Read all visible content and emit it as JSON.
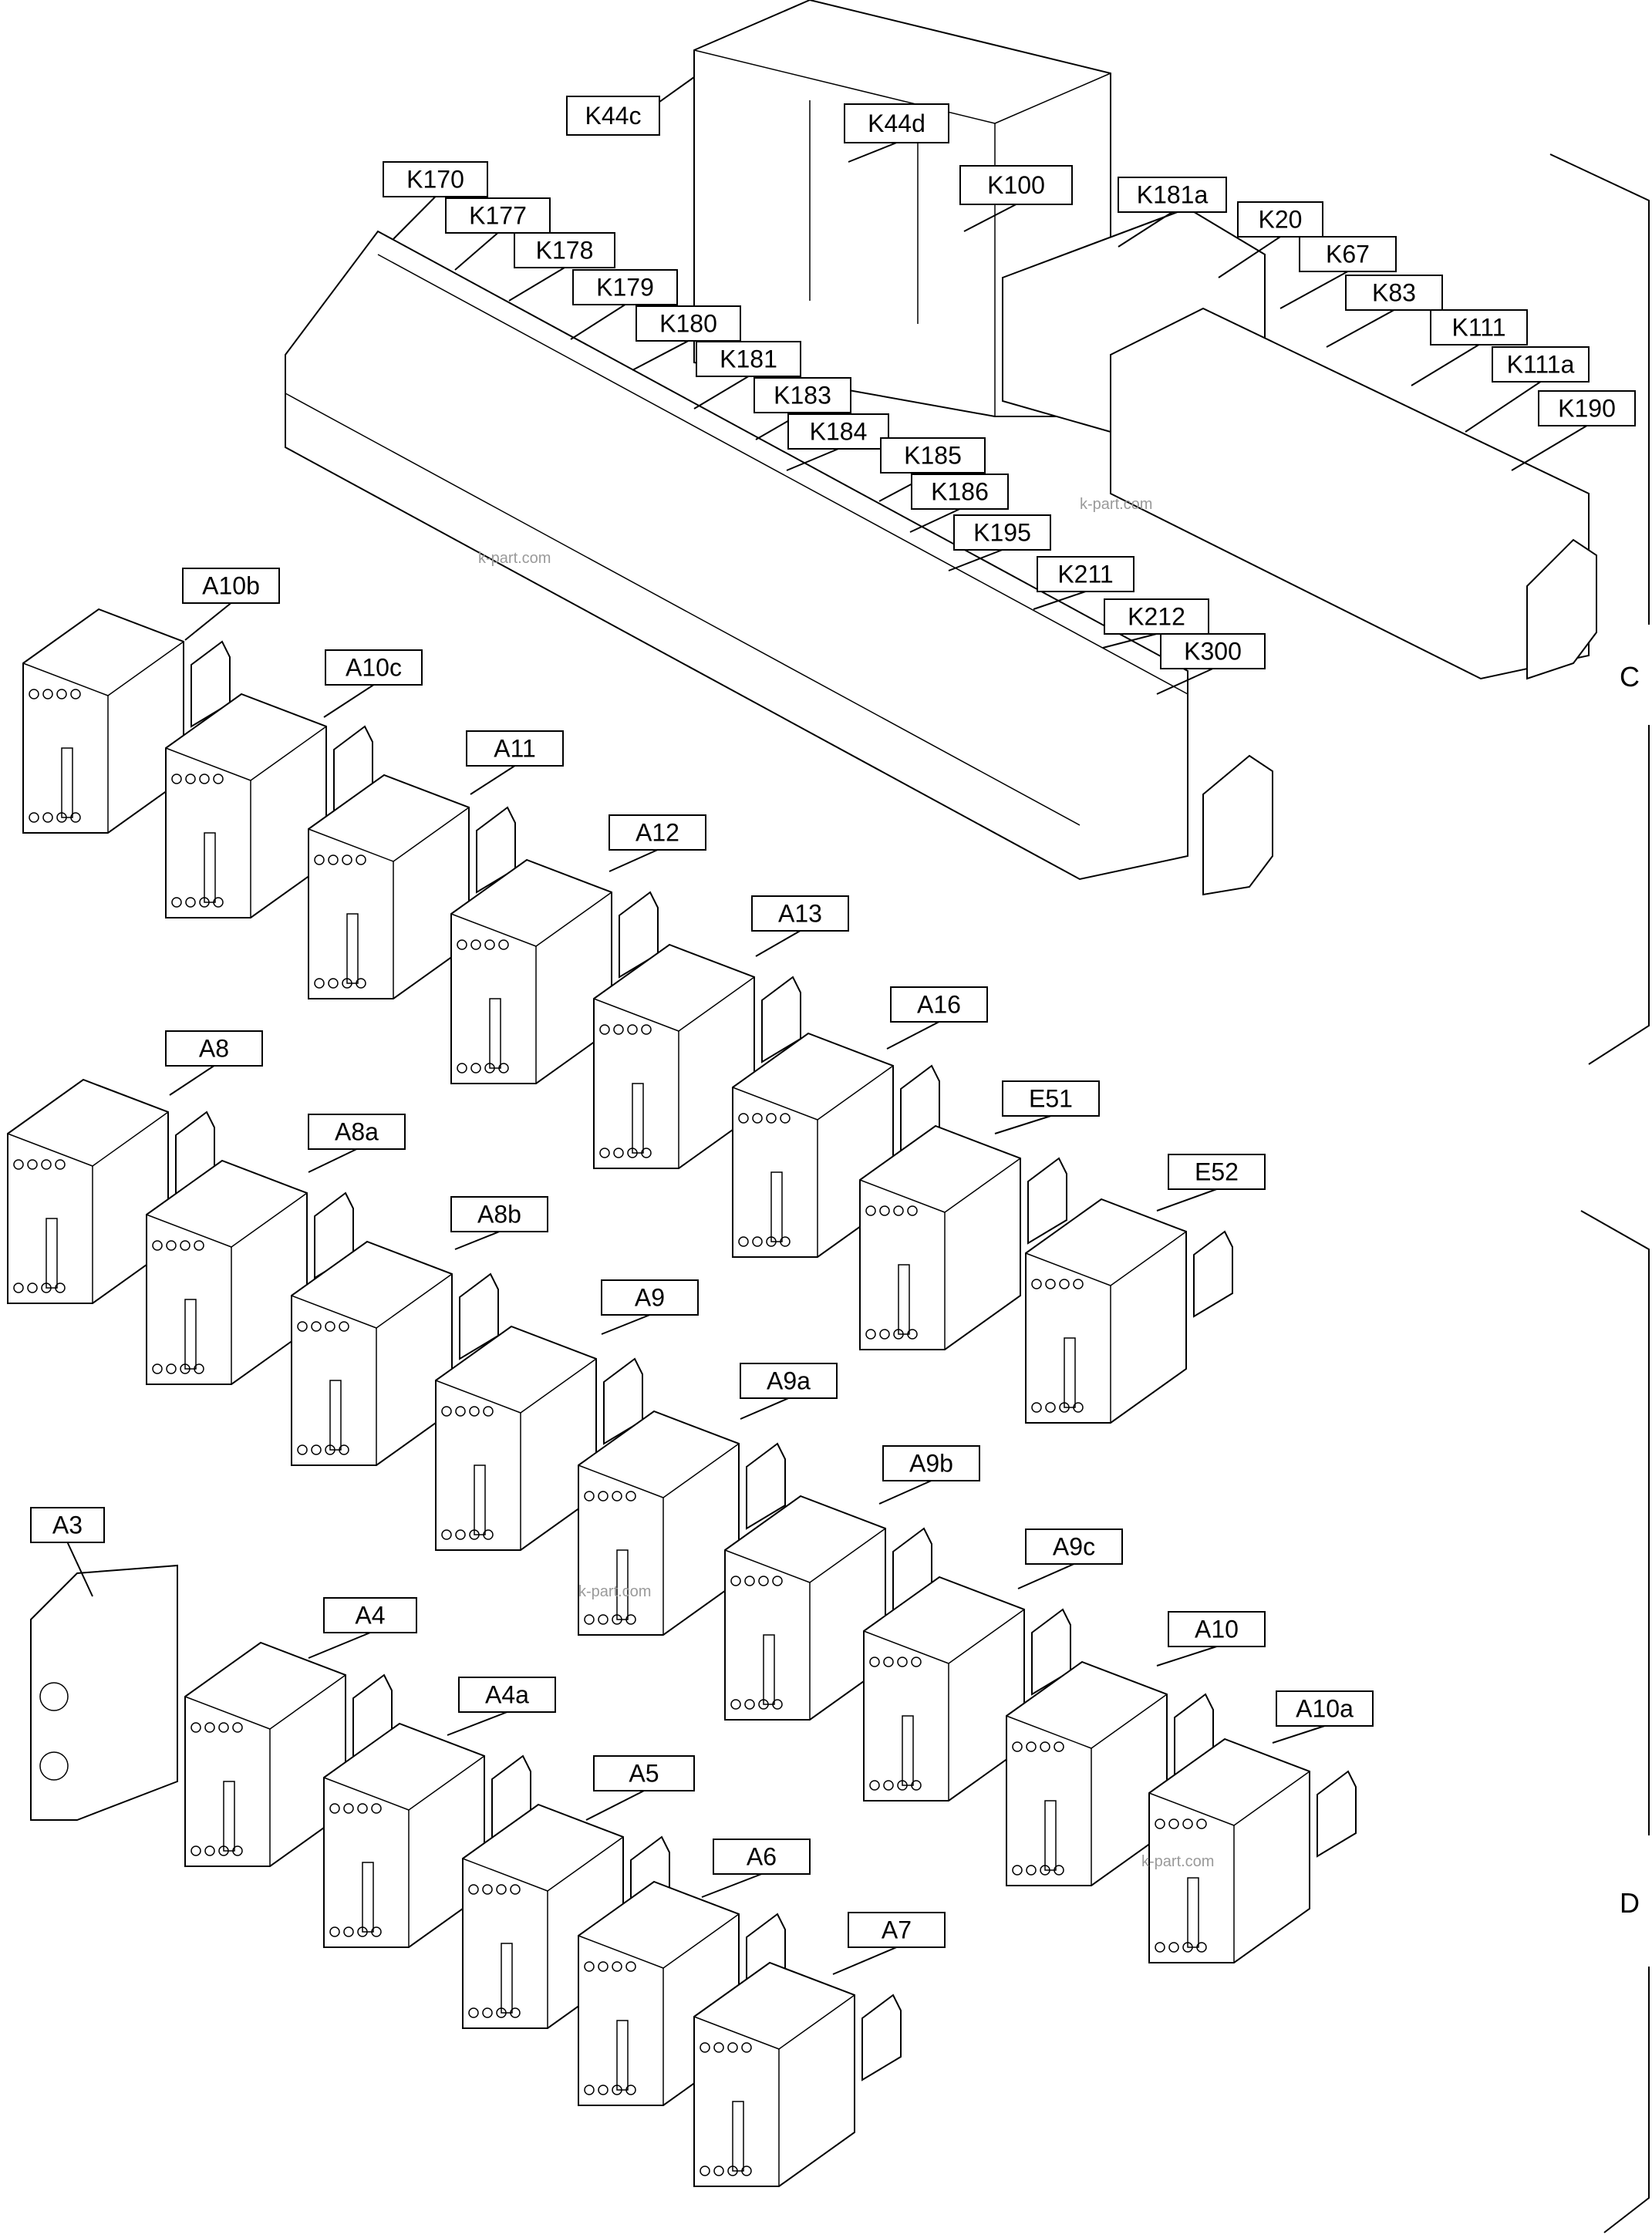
{
  "callouts": {
    "K44c": "K44c",
    "K44d": "K44d",
    "K100": "K100",
    "K181a": "K181a",
    "K20": "K20",
    "K67": "K67",
    "K83": "K83",
    "K111": "K111",
    "K111a": "K111a",
    "K190": "K190",
    "K170": "K170",
    "K177": "K177",
    "K178": "K178",
    "K179": "K179",
    "K180": "K180",
    "K181": "K181",
    "K183": "K183",
    "K184": "K184",
    "K185": "K185",
    "K186": "K186",
    "K195": "K195",
    "K211": "K211",
    "K212": "K212",
    "K300": "K300",
    "A10b": "A10b",
    "A10c": "A10c",
    "A11": "A11",
    "A12": "A12",
    "A13": "A13",
    "A16": "A16",
    "A8": "A8",
    "A8a": "A8a",
    "A8b": "A8b",
    "A9": "A9",
    "A9a": "A9a",
    "A9b": "A9b",
    "A9c": "A9c",
    "A10": "A10",
    "A10a": "A10a",
    "E51": "E51",
    "E52": "E52",
    "A3": "A3",
    "A4": "A4",
    "A4a": "A4a",
    "A5": "A5",
    "A6": "A6",
    "A7": "A7"
  },
  "groups": {
    "C": "C",
    "D": "D"
  },
  "watermarks": {
    "wm1": "k-part.com",
    "wm2": "k-part.com",
    "wm3": "k-part.com",
    "wm4": "k-part.com"
  },
  "colors": {
    "line": "#000000",
    "background": "#ffffff",
    "watermark": "#9a9a9a"
  }
}
